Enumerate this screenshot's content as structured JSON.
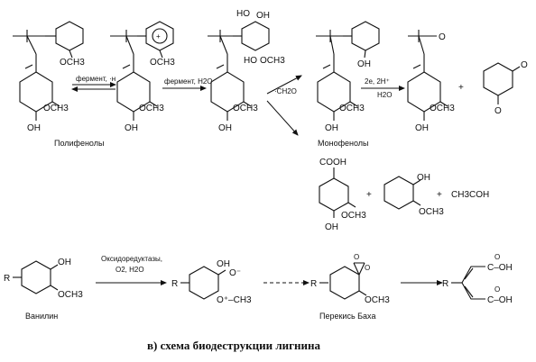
{
  "labels": {
    "polyphenols": "Полифенолы",
    "monophenols": "Монофенолы",
    "vanillin": "Ванилин",
    "bach_peroxide": "Перекись Баха",
    "caption": "в) схема биодеструкции лигнина"
  },
  "reagents": {
    "step1": "фермент, ·н",
    "step2": "фермент, H2O",
    "step3": "·CH2O",
    "step4a": "2e, 2H⁺",
    "step4b": "H2O",
    "oxido_a": "Оксидоредуктазы,",
    "oxido_b": "O2, H2O"
  },
  "groups": {
    "och3": "OCH3",
    "oh": "OH",
    "ho": "HO",
    "cooh": "COOH",
    "ch3coh": "CH3COH",
    "r": "R",
    "o_minus": "O⁻",
    "o_plus_ch3": "O⁺–CH3",
    "c_oh": "C–OH",
    "plus": "+"
  },
  "colors": {
    "ink": "#111111",
    "background": "#ffffff"
  }
}
